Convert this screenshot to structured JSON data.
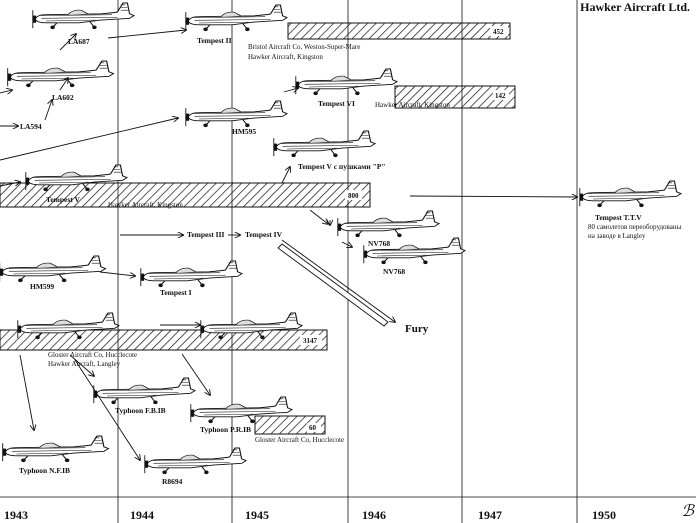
{
  "header": {
    "company": "Hawker Aircraft Ltd."
  },
  "years": [
    "1943",
    "1944",
    "1945",
    "1946",
    "1947",
    "1950"
  ],
  "production": {
    "tempest2_count": "452",
    "tempest6_count": "142",
    "tempest5_count": "800",
    "typhoon_count": "3147",
    "typhoon_prib_count": "60"
  },
  "labels": {
    "la687": "LA687",
    "la602": "LA602",
    "la594": "LA594",
    "tempest2": "Tempest II",
    "bristol": "Bristol Aircraft Co, Weston-Super-Mare",
    "hawker_kingston_1": "Hawker Aircraft, Kingston",
    "tempest6": "Tempest VI",
    "hawker_kingston_2": "Hawker Aircraft, Kingston",
    "hm595": "HM595",
    "tempest5_p": "Tempest V  с пушками \"P\"",
    "tempest5": "Tempest V",
    "hawker_kingston_3": "Hawker Aircraft, Kingston",
    "tempest_ttv": "Tempest T.T.V",
    "ttv_note_1": "80 самолетов переоборудованы",
    "ttv_note_2": "на заводе в Langley",
    "tempest3": "Tempest III",
    "tempest4": "Tempest IV",
    "nv768_a": "NV768",
    "nv768_b": "NV768",
    "hm599": "HM599",
    "tempest1": "Tempest I",
    "fury": "Fury",
    "gloster_1": "Gloster Aircraft Co, Hucclecote",
    "hawker_langley": "Hawker Aircraft, Langley",
    "typhoon_fbib": "Typhoon F.B.IB",
    "typhoon_prib": "Typhoon P.R.IB",
    "gloster_2": "Gloster Aircraft Co, Hucclecote",
    "typhoon_nfib": "Typhoon N.F.IB",
    "r8694": "R8694"
  },
  "icons": {
    "aircraft": "aircraft-silhouette-icon",
    "arrow": "arrow-icon",
    "corner": "decorative-b-icon"
  }
}
